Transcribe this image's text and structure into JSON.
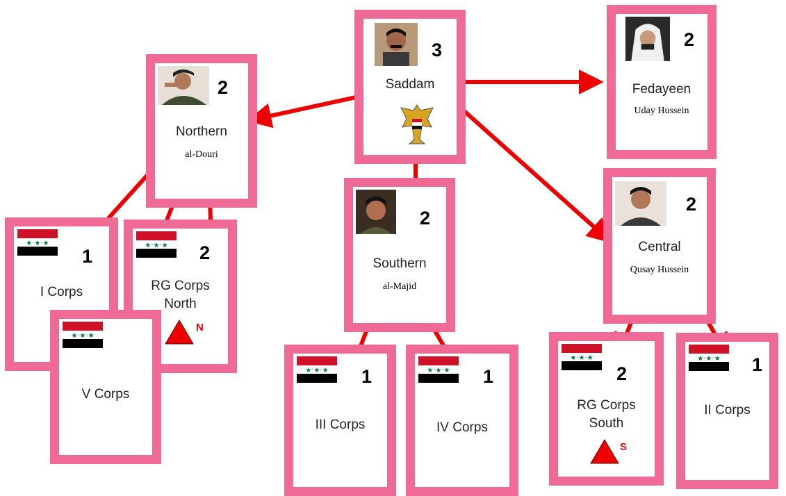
{
  "colors": {
    "card_border": "#f06a96",
    "arrow": "#ee0000",
    "flag_red": "#ce1126",
    "flag_green": "#007a3d"
  },
  "cards": {
    "saddam": {
      "title": "Saddam",
      "sub": "",
      "number": "3",
      "icon": "portrait-icon"
    },
    "fedayeen": {
      "title": "Fedayeen",
      "sub": "Uday Hussein",
      "number": "2",
      "icon": "portrait-icon"
    },
    "northern": {
      "title": "Northern",
      "sub": "al-Douri",
      "number": "2",
      "icon": "portrait-icon"
    },
    "southern": {
      "title": "Southern",
      "sub": "al-Majid",
      "number": "2",
      "icon": "portrait-icon"
    },
    "central": {
      "title": "Central",
      "sub": "Qusay Hussein",
      "number": "2",
      "icon": "portrait-icon"
    },
    "icorps": {
      "title": "I Corps",
      "number": "1",
      "icon": "iraq-flag-icon"
    },
    "rgnorth": {
      "title_line1": "RG Corps",
      "title_line2": "North",
      "number": "2",
      "marker": "N",
      "icon": "iraq-flag-icon"
    },
    "vcorps": {
      "title": "V Corps",
      "icon": "iraq-flag-icon"
    },
    "iiicorps": {
      "title": "III Corps",
      "number": "1",
      "icon": "iraq-flag-icon"
    },
    "ivcorps": {
      "title": "IV Corps",
      "number": "1",
      "icon": "iraq-flag-icon"
    },
    "rgsouth": {
      "title_line1": "RG Corps",
      "title_line2": "South",
      "number": "2",
      "marker": "S",
      "icon": "iraq-flag-icon"
    },
    "iicorps": {
      "title": "II Corps",
      "number": "1",
      "icon": "iraq-flag-icon"
    }
  }
}
